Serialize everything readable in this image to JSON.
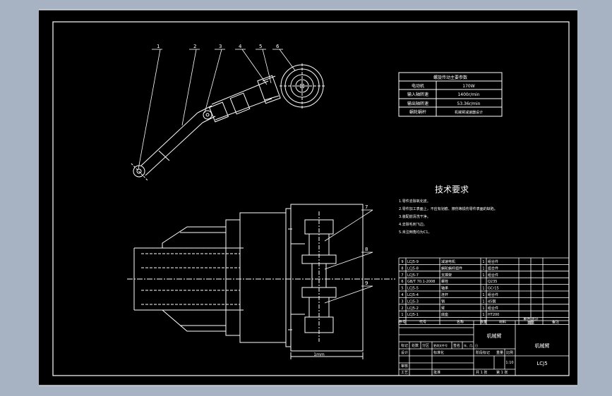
{
  "params_table": {
    "title": "螺旋传动主要参数",
    "rows": [
      {
        "label": "电动机",
        "value": "170W"
      },
      {
        "label": "输入轴转速",
        "value": "1400r/min"
      },
      {
        "label": "输出轴转速",
        "value": "53.36r/min"
      },
      {
        "label": "蜗轮蜗杆",
        "value": "机械臂减速器设计"
      }
    ]
  },
  "tech_req": {
    "title": "技术要求",
    "items": [
      "1.零件去除氧化皮。",
      "2.零件加工表面上，不应有划痕、擦伤等损伤零件表面的缺陷。",
      "3.装配前清洗干净。",
      "4.去除毛刺飞边。",
      "5.未注倒角均为C1。"
    ]
  },
  "balloons": [
    "1",
    "2",
    "3",
    "4",
    "5",
    "6",
    "7",
    "8",
    "9"
  ],
  "dimension": "1mm",
  "bom": {
    "rows": [
      {
        "no": "9",
        "code": "LCJ5-9",
        "name": "减速电机",
        "qty": "1",
        "mat": "组合件"
      },
      {
        "no": "8",
        "code": "LCJ5-8",
        "name": "蜗轮蜗杆组件",
        "qty": "1",
        "mat": "组合件"
      },
      {
        "no": "7",
        "code": "LCJ5-7",
        "name": "支撑架",
        "qty": "1",
        "mat": "组合件"
      },
      {
        "no": "6",
        "code": "GB/T 70.1-2008",
        "name": "螺栓",
        "qty": "",
        "mat": "Q235"
      },
      {
        "no": "5",
        "code": "LCJ5-5",
        "name": "轴承",
        "qty": "1",
        "mat": "GCr15"
      },
      {
        "no": "4",
        "code": "LCJ5-4",
        "name": "连杆",
        "qty": "1",
        "mat": "组合件"
      },
      {
        "no": "3",
        "code": "LCJ5-3",
        "name": "销",
        "qty": "1",
        "mat": "45钢"
      },
      {
        "no": "2",
        "code": "LCJ5-2",
        "name": "臂",
        "qty": "1",
        "mat": "组合件"
      },
      {
        "no": "1",
        "code": "LCJ5-1",
        "name": "底座",
        "qty": "1",
        "mat": "HT200"
      }
    ],
    "header": {
      "no": "序号",
      "code": "代号",
      "name": "名称",
      "qty": "数量",
      "mat": "材料",
      "weight": "单件 总计",
      "weight_sub": "重量",
      "remark": "备注"
    }
  },
  "title_block": {
    "title": "机械臂",
    "company": "机械臂",
    "drawing_no": "LCJ5",
    "scale": "1:10",
    "labels": {
      "mark": "标记",
      "count": "处数",
      "zone": "分区",
      "doc": "更改文件号",
      "sign": "签名",
      "date": "年、月、日",
      "designer": "设计",
      "review": "审核",
      "process": "工艺",
      "approve": "批准",
      "std": "标准化",
      "stage": "阶段标记",
      "weight": "重量",
      "ratio": "比例",
      "sheets": "共 1 张",
      "sheet": "第 1 张"
    }
  }
}
